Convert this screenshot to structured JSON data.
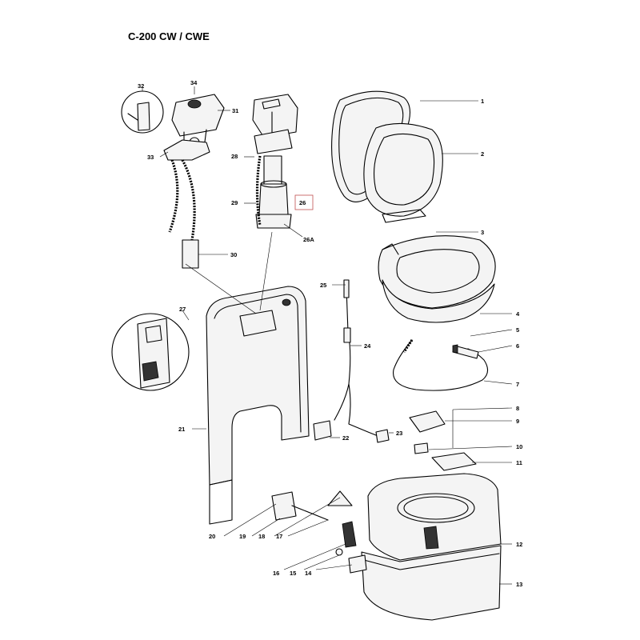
{
  "title": "C-200 CW / CWE",
  "labels": {
    "p1": "1",
    "p2": "2",
    "p3": "3",
    "p4": "4",
    "p5": "5",
    "p6": "6",
    "p7": "7",
    "p8": "8",
    "p9": "9",
    "p10": "10",
    "p11": "11",
    "p12": "12",
    "p13": "13",
    "p14": "14",
    "p15": "15",
    "p16": "16",
    "p17": "17",
    "p18": "18",
    "p19": "19",
    "p20": "20",
    "p21": "21",
    "p22": "22",
    "p23": "23",
    "p24": "24",
    "p25": "25",
    "p26": "26",
    "p26a": "26A",
    "p27": "27",
    "p28": "28",
    "p29": "29",
    "p30": "30",
    "p31": "31",
    "p32": "32",
    "p33": "33",
    "p34": "34"
  }
}
